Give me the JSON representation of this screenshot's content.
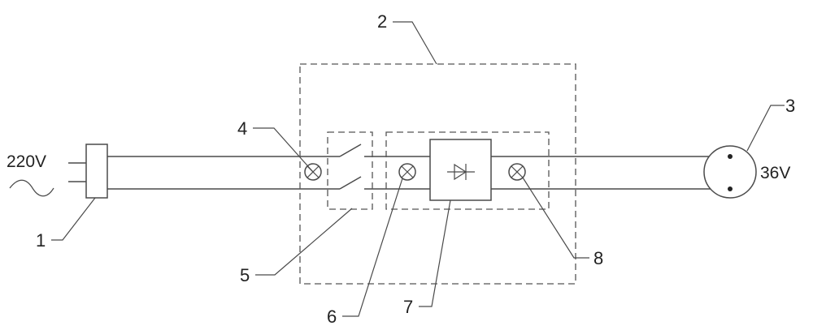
{
  "labels": {
    "plug": "1",
    "converter_box": "2",
    "socket": "3",
    "input_indicator": "4",
    "switch": "5",
    "middle_indicator": "6",
    "rectifier": "7",
    "output_indicator": "8"
  },
  "input_voltage": "220V",
  "output_voltage": "36V"
}
